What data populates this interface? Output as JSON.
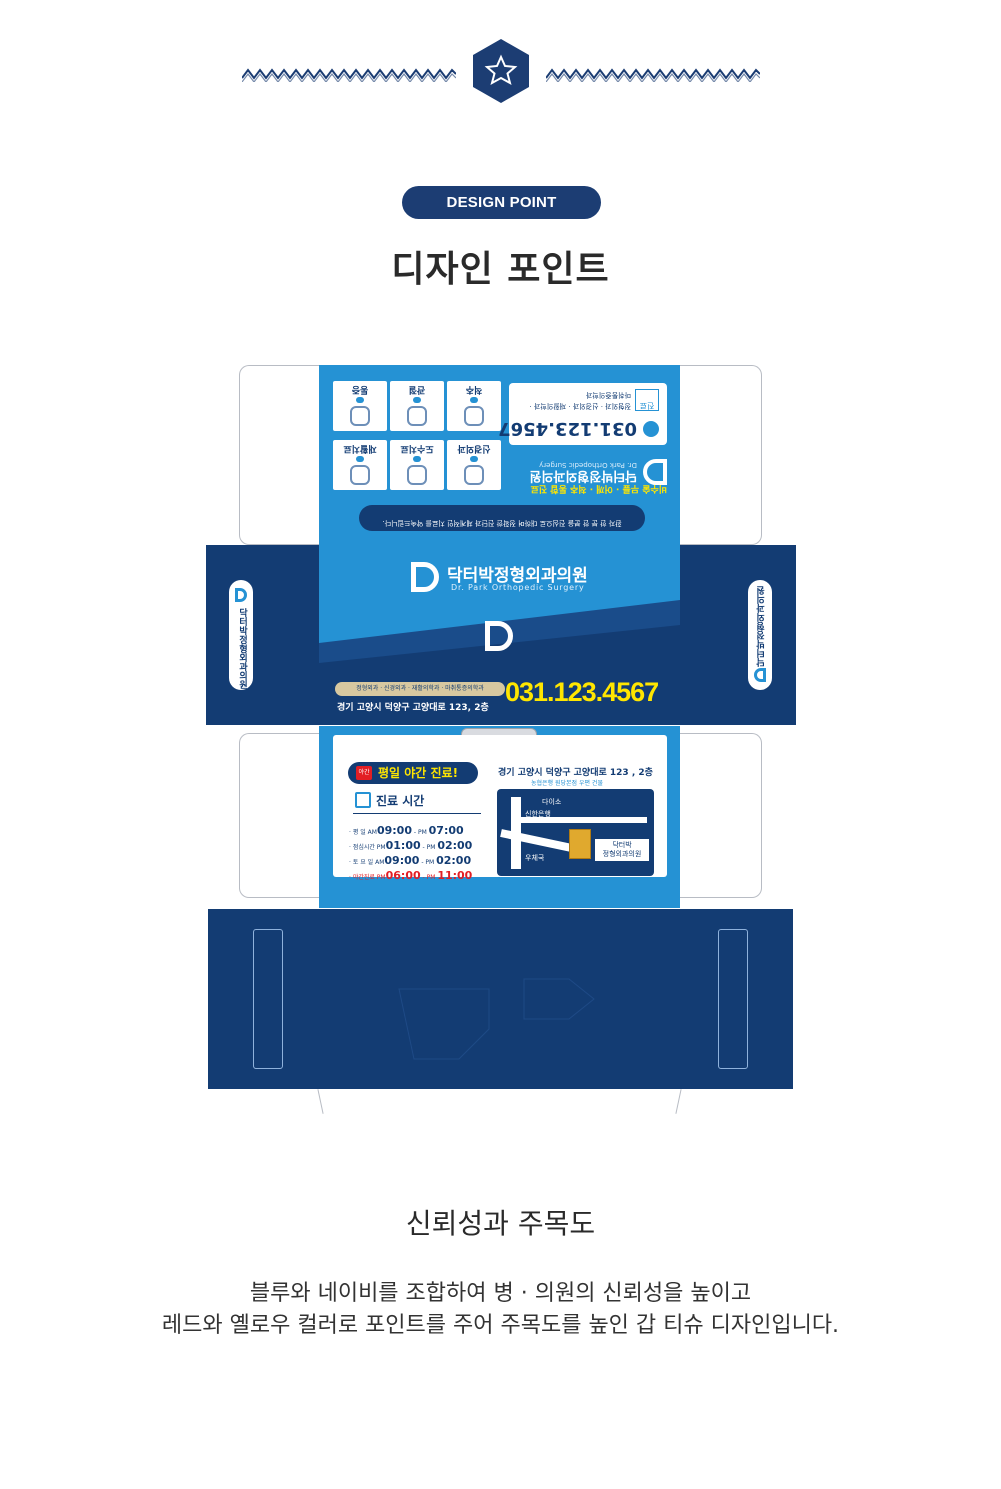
{
  "header": {
    "badge_label": "DESIGN POINT",
    "title": "디자인 포인트"
  },
  "box": {
    "top_lid": {
      "phone": "031.123.4567",
      "tag": "진료",
      "departments": "정형외과 · 신경외과 · 재활의학과 · 마취통증의학과",
      "clinic_name": "닥터박정형외과의원",
      "clinic_name_en": "Dr. Park Orthopedic Surgery",
      "banner": "비수술 무릎 · 어깨 · 척추 통합 진료",
      "notice": "환자 한 분 한 분을 진심으로 대하며 정확한 진단과 체계적인 치료를 약속드립니다.",
      "icons": [
        {
          "label": "척추"
        },
        {
          "label": "관절"
        },
        {
          "label": "통증"
        },
        {
          "label": "신경외과"
        },
        {
          "label": "도수치료"
        },
        {
          "label": "재활치료"
        }
      ]
    },
    "front": {
      "clinic_name": "닥터박정형외과의원",
      "clinic_name_en": "Dr. Park Orthopedic Surgery",
      "departments": "정형외과 · 신경외과 · 재활의학과 · 마취통증의학과",
      "address": "경기 고양시 덕양구 고양대로 123, 2층",
      "phone": "031.123.4567"
    },
    "side_label": "닥터박정형외과의원",
    "bottom": {
      "night_banner": "평일 야간 진료!",
      "night_badge": "야간",
      "hours_title": "진료 시간",
      "hours": [
        {
          "day": "· 평     일 AM",
          "start": "09:00",
          "mid": " - PM ",
          "end": "07:00",
          "highlight": false
        },
        {
          "day": "· 점심시간 PM",
          "start": "01:00",
          "mid": " - PM ",
          "end": "02:00",
          "highlight": false
        },
        {
          "day": "· 토 요 일 AM",
          "start": "09:00",
          "mid": " - PM ",
          "end": "02:00",
          "highlight": false
        },
        {
          "day": "· 야간진료 PM",
          "start": "06:00",
          "mid": " - PM ",
          "end": "11:00",
          "highlight": true
        }
      ],
      "address": "경기 고양시 덕양구 고양대로 123 , 2층",
      "address_sub": "농협은행 원당본점 우편 건물",
      "map_labels": [
        "다이소",
        "신한은행",
        "우체국"
      ],
      "map_building": "닥터박\n정형외과의원"
    }
  },
  "colors": {
    "navy": "#133c73",
    "blue": "#2592d4",
    "yellow": "#ffe600",
    "red": "#e31e24"
  },
  "caption": {
    "subtitle": "신뢰성과 주목도",
    "line1": "블루와 네이비를 조합하여 병 · 의원의 신뢰성을 높이고",
    "line2": "레드와 옐로우 컬러로 포인트를 주어 주목도를 높인 갑 티슈 디자인입니다."
  }
}
